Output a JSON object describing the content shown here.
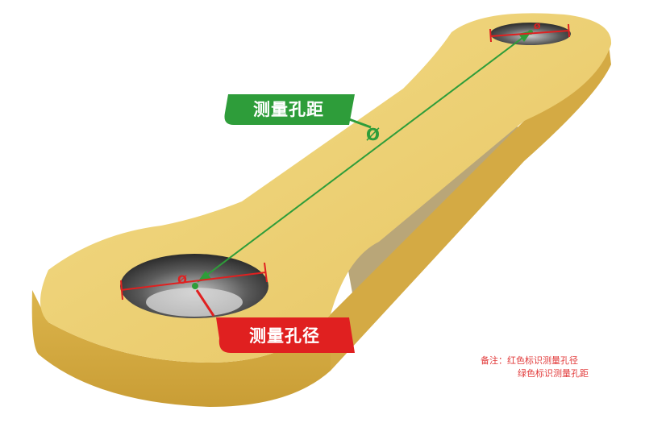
{
  "callouts": {
    "hole_distance": "测量孔距",
    "hole_diameter": "测量孔径"
  },
  "symbols": {
    "diameter": "Ø"
  },
  "note": {
    "prefix": "备注：",
    "line1": "红色标识测量孔径",
    "line2": "绿色标识测量孔距"
  },
  "colors": {
    "part_body": "#e8c96a",
    "part_side": "#d9b24a",
    "measure_distance": "#2e9d3a",
    "measure_diameter": "#e02020",
    "note_text": "#e23a3a"
  }
}
